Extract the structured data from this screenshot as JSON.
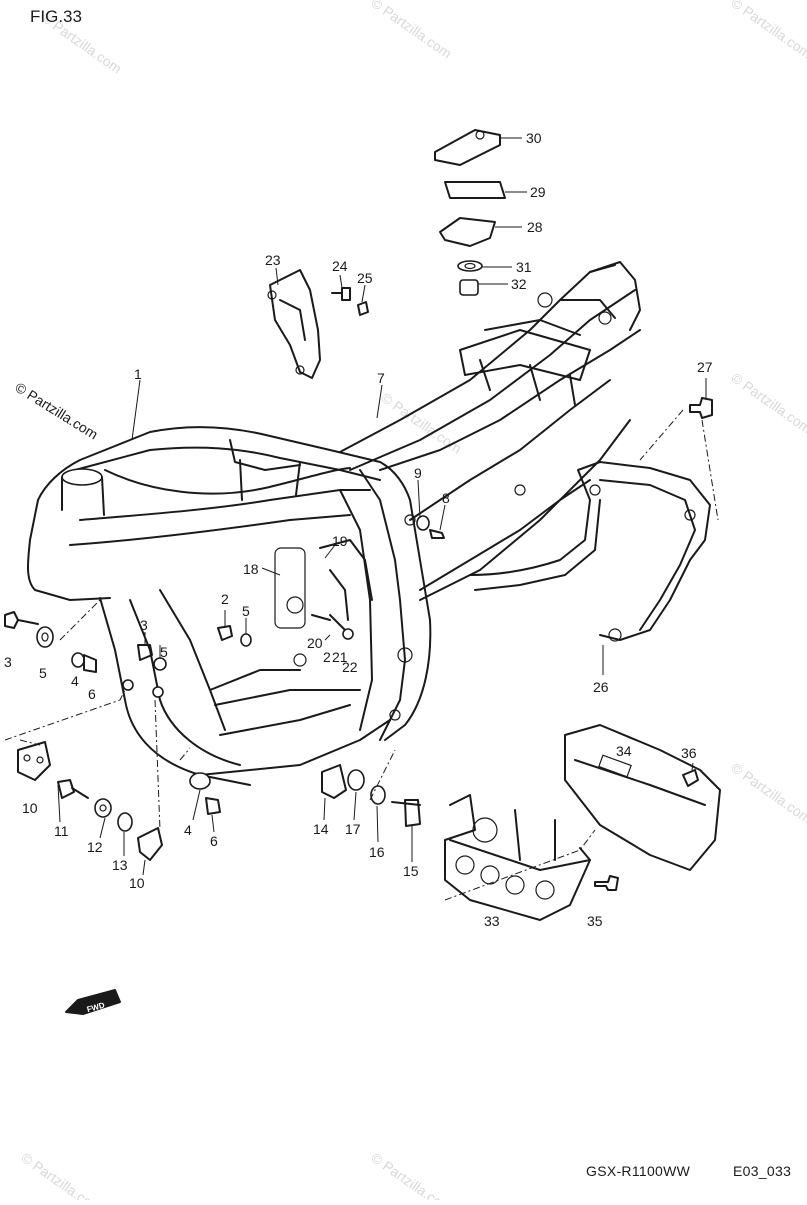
{
  "figure_label": "FIG.33",
  "watermarks": [
    "© Partzilla.com",
    "© Partzilla.com",
    "© Partzilla.com",
    "© Partzilla.com",
    "© Partzilla.com",
    "© Partzilla.com",
    "© Partzilla.com",
    "© Partzilla.com"
  ],
  "callouts": [
    "1",
    "2",
    "2",
    "3",
    "3",
    "4",
    "4",
    "5",
    "5",
    "5",
    "6",
    "6",
    "7",
    "8",
    "9",
    "10",
    "10",
    "11",
    "12",
    "13",
    "14",
    "15",
    "16",
    "17",
    "18",
    "19",
    "20",
    "21",
    "22",
    "23",
    "24",
    "25",
    "26",
    "27",
    "28",
    "29",
    "30",
    "31",
    "32",
    "33",
    "34",
    "35",
    "36"
  ],
  "direction_arrow": "FWD",
  "footer": {
    "model": "GSX-R1100WW",
    "code": "E03_033"
  },
  "colors": {
    "ink": "#1a1a1a",
    "background": "#ffffff",
    "watermark": "#d9d9d9"
  }
}
